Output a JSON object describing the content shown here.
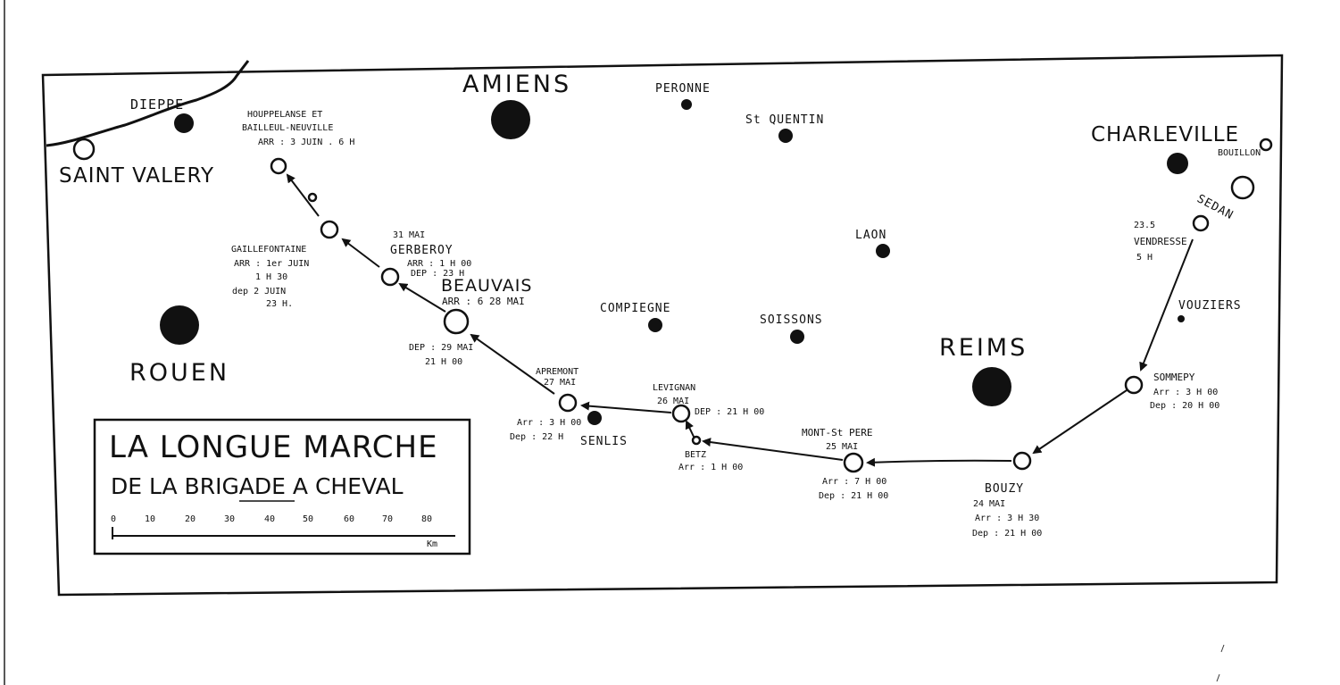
{
  "map": {
    "title_line1": "LA LONGUE MARCHE",
    "title_line2": "DE LA BRIGADE A CHEVAL",
    "scale": {
      "ticks": [
        "0",
        "10",
        "20",
        "30",
        "40",
        "50",
        "60",
        "70",
        "80"
      ],
      "unit": "Km"
    },
    "cities": {
      "amiens": "AMIENS",
      "rouen": "ROUEN",
      "reims": "REIMS",
      "charleville": "CHARLEVILLE",
      "dieppe": "DIEPPE",
      "saint_valery": "SAINT VALERY",
      "peronne": "PERONNE",
      "st_quentin": "St QUENTIN",
      "laon": "LAON",
      "compiegne": "COMPIEGNE",
      "soissons": "SOISSONS",
      "vouziers": "VOUZIERS",
      "sedan": "SEDAN",
      "bouillon": "BOUILLON",
      "senlis": "SENLIS"
    },
    "stages": {
      "hou": {
        "name1": "HOUPPELANSE ET",
        "name2": "BAILLEUL-NEUVILLE",
        "time": "ARR : 3 JUIN . 6 H"
      },
      "gaillefontaine": {
        "name": "GAILLEFONTAINE",
        "arr1": "ARR : 1er JUIN",
        "arr2": "1 H 30",
        "dep1": "dep 2 JUIN",
        "dep2": "23 H."
      },
      "gerberoy": {
        "date": "31 MAI",
        "name": "GERBEROY",
        "arr": "ARR : 1 H 00",
        "dep": "DEP : 23 H"
      },
      "beauvais": {
        "name": "BEAUVAIS",
        "arr": "ARR : 6 28 MAI",
        "dep1": "DEP : 29 MAI",
        "dep2": "21 H 00"
      },
      "apremont": {
        "name": "APREMONT",
        "date": "27 MAI",
        "arr": "Arr : 3 H 00",
        "dep": "Dep : 22 H"
      },
      "levignan": {
        "name": "LEVIGNAN",
        "date": "26 MAI",
        "dep": "DEP : 21 H 00"
      },
      "betz": {
        "name": "BETZ",
        "arr": "Arr : 1 H 00"
      },
      "mont_st_pere": {
        "name": "MONT-St PERE",
        "date": "25 MAI",
        "arr": "Arr : 7 H 00",
        "dep": "Dep : 21 H 00"
      },
      "bouzy": {
        "name": "BOUZY",
        "date": "24 MAI",
        "arr": "Arr : 3 H 30",
        "dep": "Dep : 21 H 00"
      },
      "sommepy": {
        "name": "SOMMEPY",
        "arr": "Arr : 3 H 00",
        "dep": "Dep : 20 H 00"
      },
      "vendresse": {
        "date": "23.5",
        "name": "VENDRESSE",
        "time": "5 H"
      }
    }
  }
}
